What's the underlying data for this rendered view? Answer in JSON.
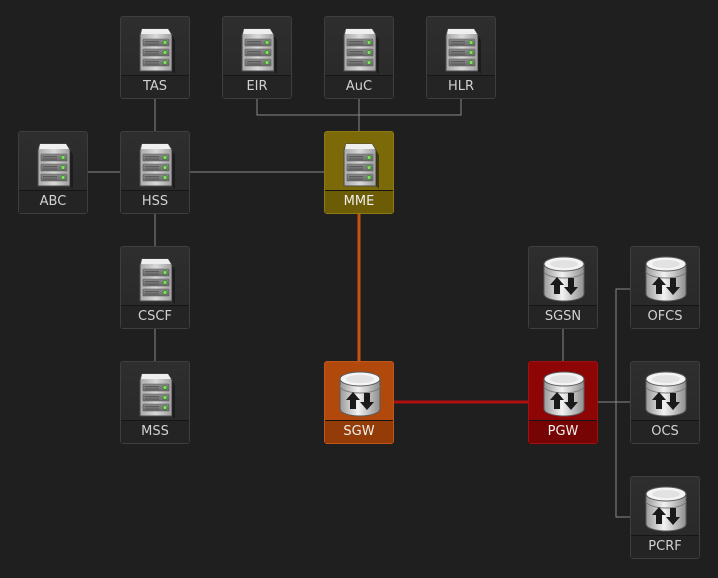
{
  "colors": {
    "background": "#1f1f1f",
    "link": "#8a8a8a",
    "warning": "#7b6a07",
    "minor": "#b1480c",
    "critical": "#8e0505",
    "link_minor": "#c8520f",
    "link_critical": "#b10f0f"
  },
  "nodes": [
    {
      "id": "tas",
      "label": "TAS",
      "icon": "server-icon",
      "status": "normal"
    },
    {
      "id": "eir",
      "label": "EIR",
      "icon": "server-icon",
      "status": "normal"
    },
    {
      "id": "auc",
      "label": "AuC",
      "icon": "server-icon",
      "status": "normal"
    },
    {
      "id": "hlr",
      "label": "HLR",
      "icon": "server-icon",
      "status": "normal"
    },
    {
      "id": "abc",
      "label": "ABC",
      "icon": "server-icon",
      "status": "normal"
    },
    {
      "id": "hss",
      "label": "HSS",
      "icon": "server-icon",
      "status": "normal"
    },
    {
      "id": "mme",
      "label": "MME",
      "icon": "server-icon",
      "status": "warning"
    },
    {
      "id": "cscf",
      "label": "CSCF",
      "icon": "server-icon",
      "status": "normal"
    },
    {
      "id": "mss",
      "label": "MSS",
      "icon": "server-icon",
      "status": "normal"
    },
    {
      "id": "sgsn",
      "label": "SGSN",
      "icon": "database-icon",
      "status": "normal"
    },
    {
      "id": "ofcs",
      "label": "OFCS",
      "icon": "database-icon",
      "status": "normal"
    },
    {
      "id": "sgw",
      "label": "SGW",
      "icon": "database-icon",
      "status": "minor"
    },
    {
      "id": "pgw",
      "label": "PGW",
      "icon": "database-icon",
      "status": "critical"
    },
    {
      "id": "ocs",
      "label": "OCS",
      "icon": "database-icon",
      "status": "normal"
    },
    {
      "id": "pcrf",
      "label": "PCRF",
      "icon": "database-icon",
      "status": "normal"
    }
  ],
  "links": [
    {
      "from": "tas",
      "to": "hss",
      "status": "normal"
    },
    {
      "from": "abc",
      "to": "hss",
      "status": "normal"
    },
    {
      "from": "hss",
      "to": "mme",
      "status": "normal"
    },
    {
      "from": "hss",
      "to": "cscf",
      "status": "normal"
    },
    {
      "from": "cscf",
      "to": "mss",
      "status": "normal"
    },
    {
      "from": "eir",
      "to": "mme",
      "status": "normal"
    },
    {
      "from": "auc",
      "to": "mme",
      "status": "normal"
    },
    {
      "from": "hlr",
      "to": "mme",
      "status": "normal"
    },
    {
      "from": "mme",
      "to": "sgw",
      "status": "minor"
    },
    {
      "from": "sgw",
      "to": "pgw",
      "status": "critical"
    },
    {
      "from": "sgsn",
      "to": "pgw",
      "status": "normal"
    },
    {
      "from": "pgw",
      "to": "ofcs",
      "status": "normal"
    },
    {
      "from": "pgw",
      "to": "ocs",
      "status": "normal"
    },
    {
      "from": "pgw",
      "to": "pcrf",
      "status": "normal"
    }
  ]
}
